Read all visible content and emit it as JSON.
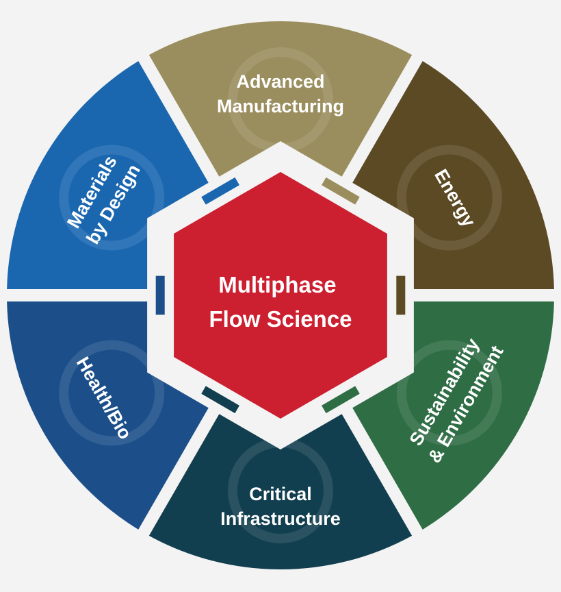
{
  "center": {
    "title_lines": [
      "Multiphase",
      "Flow Science"
    ],
    "color": "#cc1f30"
  },
  "segments": [
    {
      "id": "advanced-manufacturing",
      "lines": [
        "Advanced",
        "Manufacturing"
      ],
      "color": "#9a8e5e",
      "icon": "wrench-screwdriver-icon"
    },
    {
      "id": "energy",
      "lines": [
        "Energy"
      ],
      "color": "#5c4a24",
      "icon": "light-bulb-icon"
    },
    {
      "id": "sustainability-environment",
      "lines": [
        "Sustainability",
        "& Environment"
      ],
      "color": "#2f6d45",
      "icon": "wind-turbine-leaf-icon"
    },
    {
      "id": "critical-infrastructure",
      "lines": [
        "Critical",
        "Infrastructure"
      ],
      "color": "#123f4f",
      "icon": "gears-icon"
    },
    {
      "id": "health-bio",
      "lines": [
        "Health/Bio"
      ],
      "color": "#1c4f8a",
      "icon": "syringe-icon"
    },
    {
      "id": "materials-by-design",
      "lines": [
        "Materials",
        "by Design"
      ],
      "color": "#1a67b0",
      "icon": "molecule-network-icon"
    }
  ]
}
